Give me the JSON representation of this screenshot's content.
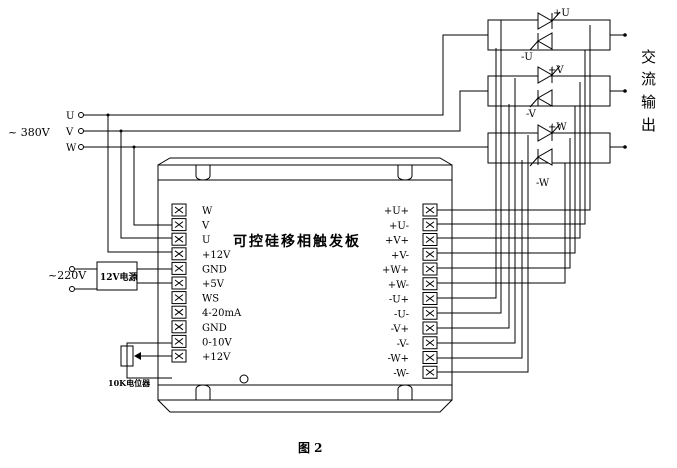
{
  "mains": {
    "voltage_label": "~ 380V",
    "phases": [
      "U",
      "V",
      "W"
    ]
  },
  "aux": {
    "voltage_label": "~220V",
    "psu_label": "12V电源",
    "pot_label": "10K电位器"
  },
  "board": {
    "title": "可控硅移相触发板",
    "left_terminals": [
      "W",
      "V",
      "U",
      "+12V",
      "GND",
      "+5V",
      "WS",
      "4-20mA",
      "GND",
      "0-10V",
      "+12V"
    ],
    "right_terminals": [
      "+U+",
      "+U-",
      "+V+",
      "+V-",
      "+W+",
      "+W-",
      "-U+",
      "-U-",
      "-V+",
      "-V-",
      "-W+",
      "-W-"
    ]
  },
  "thyristors": {
    "labels": [
      "+U",
      "-U",
      "+V",
      "-V",
      "+W",
      "-W"
    ]
  },
  "output": {
    "label": "交流输出",
    "chars": [
      "交",
      "流",
      "输",
      "出"
    ]
  },
  "figure": {
    "caption": "图 2"
  }
}
